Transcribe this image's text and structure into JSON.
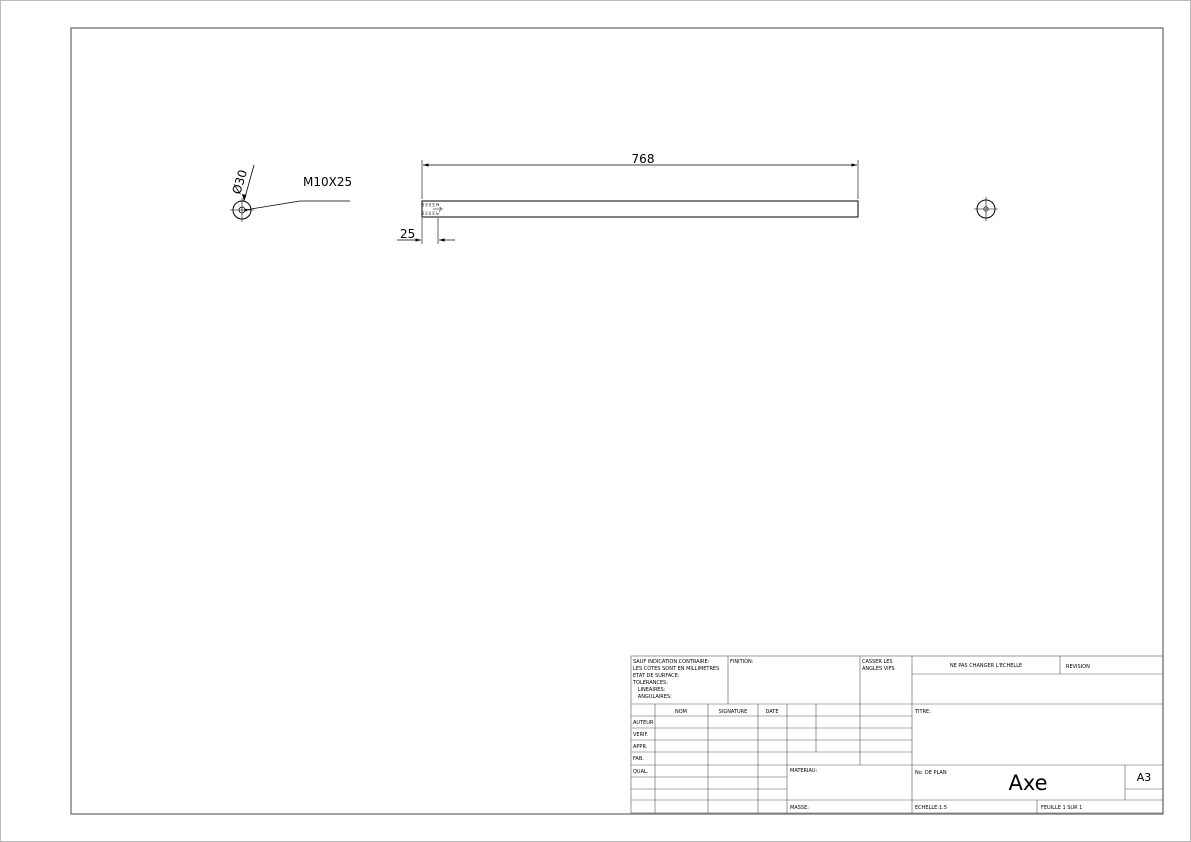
{
  "drawing": {
    "dim_length": "768",
    "dim_thread_depth": "25",
    "dim_diameter": "Ø30",
    "thread_callout": "M10X25"
  },
  "title_block": {
    "general_notes": [
      "SAUF INDICATION CONTRAIRE:",
      "LES COTES SONT EN MILLIMETRES",
      "ETAT DE SURFACE:",
      "TOLERANCES:",
      "   LINEAIRES:",
      "   ANGULAIRES:"
    ],
    "finish_label": "FINITION:",
    "break_edges": [
      "CASSER LES",
      "ANGLES VIFS"
    ],
    "no_scale_note": "NE PAS CHANGER L'ECHELLE",
    "revision_label": "REVISION",
    "col_headers": [
      "NOM",
      "SIGNATURE",
      "DATE"
    ],
    "row_labels": [
      "AUTEUR",
      "VERIF.",
      "APPR.",
      "FAB.",
      "QUAL."
    ],
    "title_label": "TITRE:",
    "material_label": "MATERIAU:",
    "drawing_no_label": "No. DE PLAN",
    "drawing_title": "Axe",
    "sheet_size": "A3",
    "mass_label": "MASSE:",
    "scale_label": "ECHELLE:1:5",
    "sheet_label": "FEUILLE 1 SUR 1"
  }
}
